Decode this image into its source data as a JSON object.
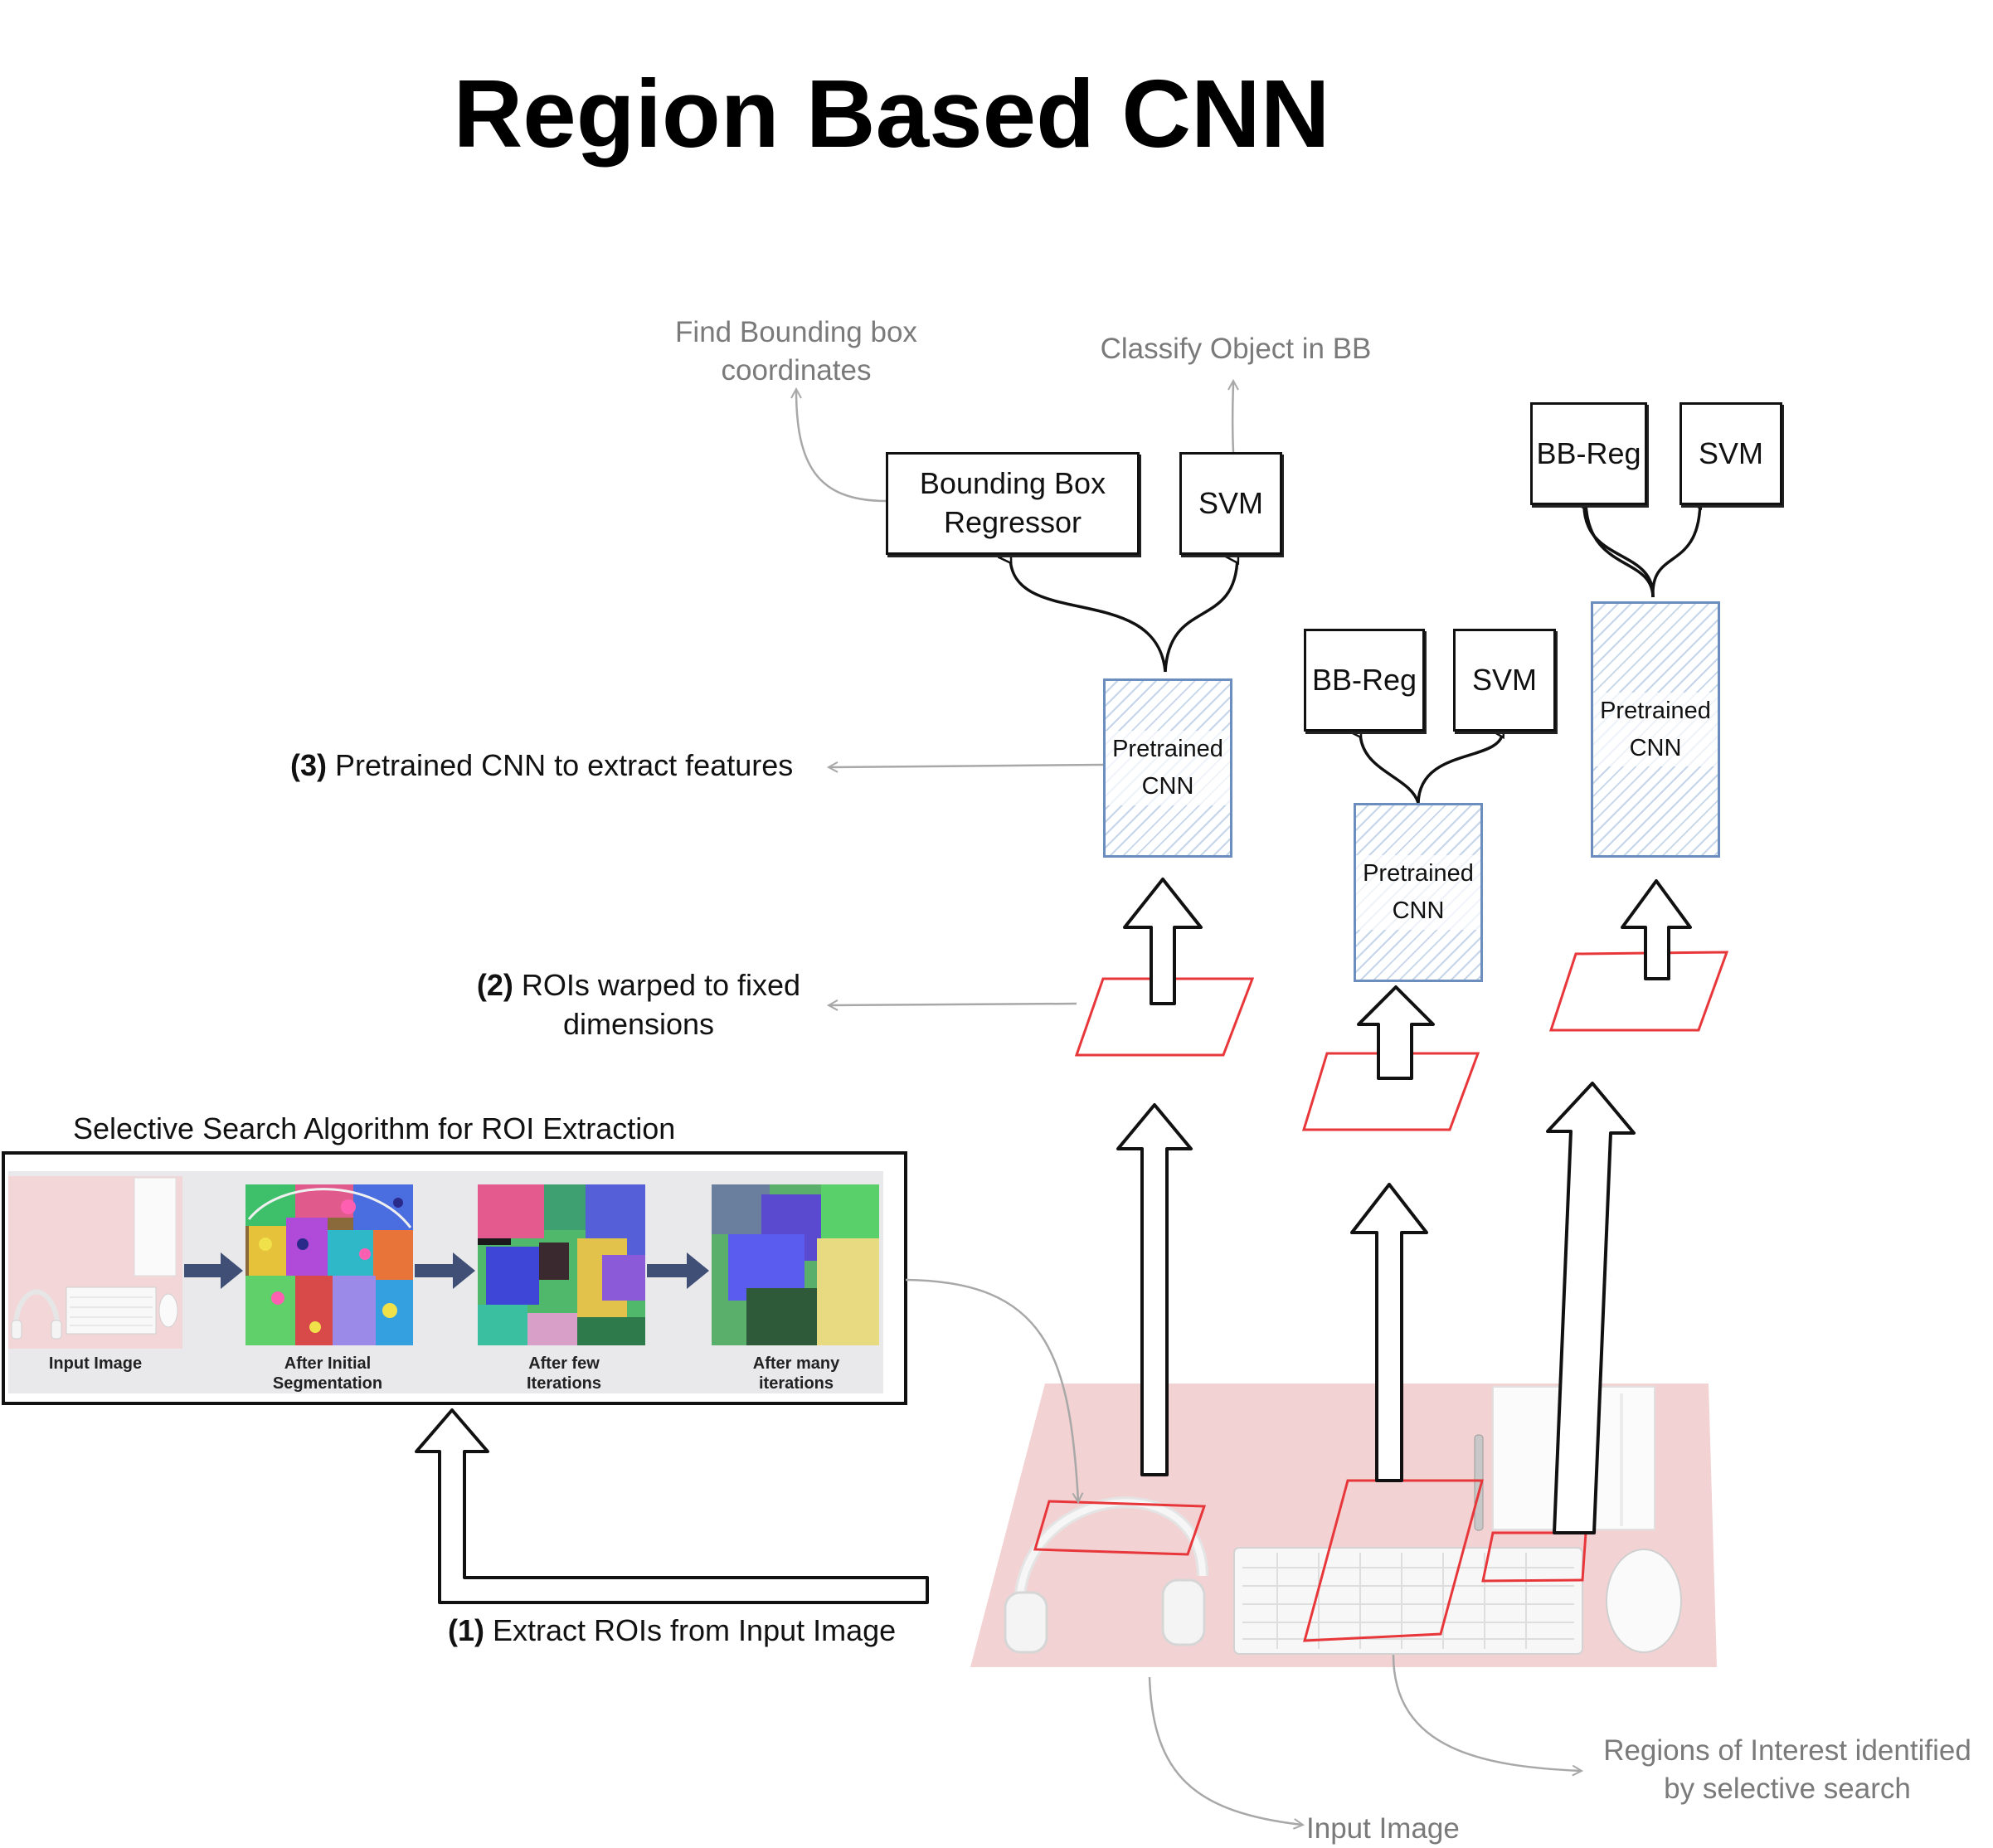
{
  "title": "Region Based CNN",
  "annotations": {
    "find_bb": "Find Bounding box coordinates",
    "classify": "Classify Object in BB",
    "regions_of_interest": "Regions of Interest identified by selective search",
    "input_image": "Input Image"
  },
  "steps": {
    "step1_num": "(1)",
    "step1_text": "Extract ROIs from Input Image",
    "step2_num": "(2)",
    "step2_text": "ROIs warped to fixed dimensions",
    "step3_num": "(3)",
    "step3_text": "Pretrained CNN to extract features"
  },
  "boxes": {
    "bbr": "Bounding Box Regressor",
    "svm": "SVM",
    "bbreg": "BB-Reg",
    "cnn": "Pretrained CNN"
  },
  "selective_search": {
    "title": "Selective Search Algorithm for ROI Extraction",
    "captions": [
      "Input Image",
      "After Initial Segmentation",
      "After few Iterations",
      "After many iterations"
    ]
  },
  "colors": {
    "roi": "#e8373a",
    "cnn_border": "#6c8ebf",
    "annotation": "#7a7a7a",
    "desk": "#f2d2d3",
    "ss_arrow": "#3f4f75"
  }
}
